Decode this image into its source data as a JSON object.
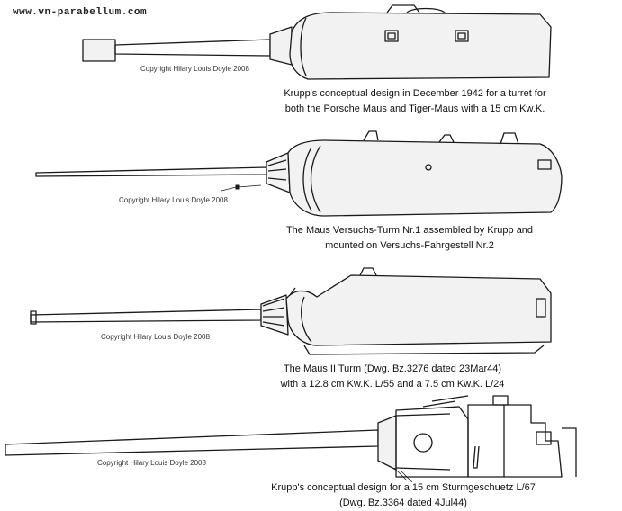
{
  "site": "www.vn-parabellum.com",
  "figures": [
    {
      "copyright": "Copyright Hilary Louis Doyle 2008",
      "caption_lines": [
        "Krupp's conceptual design in December 1942 for a turret for",
        "both the Porsche Maus and Tiger-Maus with a 15 cm Kw.K."
      ]
    },
    {
      "copyright": "Copyright Hilary Louis Doyle 2008",
      "caption_lines": [
        "The Maus Versuchs-Turm Nr.1 assembled by Krupp and",
        "mounted on Versuchs-Fahrgestell Nr.2"
      ]
    },
    {
      "copyright": "Copyright Hilary Louis Doyle 2008",
      "caption_lines": [
        "The Maus II Turm (Dwg. Bz.3276 dated 23Mar44)",
        "with a 12.8 cm Kw.K. L/55 and a 7.5 cm Kw.K. L/24"
      ]
    },
    {
      "copyright": "Copyright Hilary Louis Doyle 2008",
      "caption_lines": [
        "Krupp's conceptual design for a 15 cm Sturmgeschuetz L/67",
        "(Dwg.  Bz.3364 dated 4Jul44)"
      ]
    }
  ]
}
